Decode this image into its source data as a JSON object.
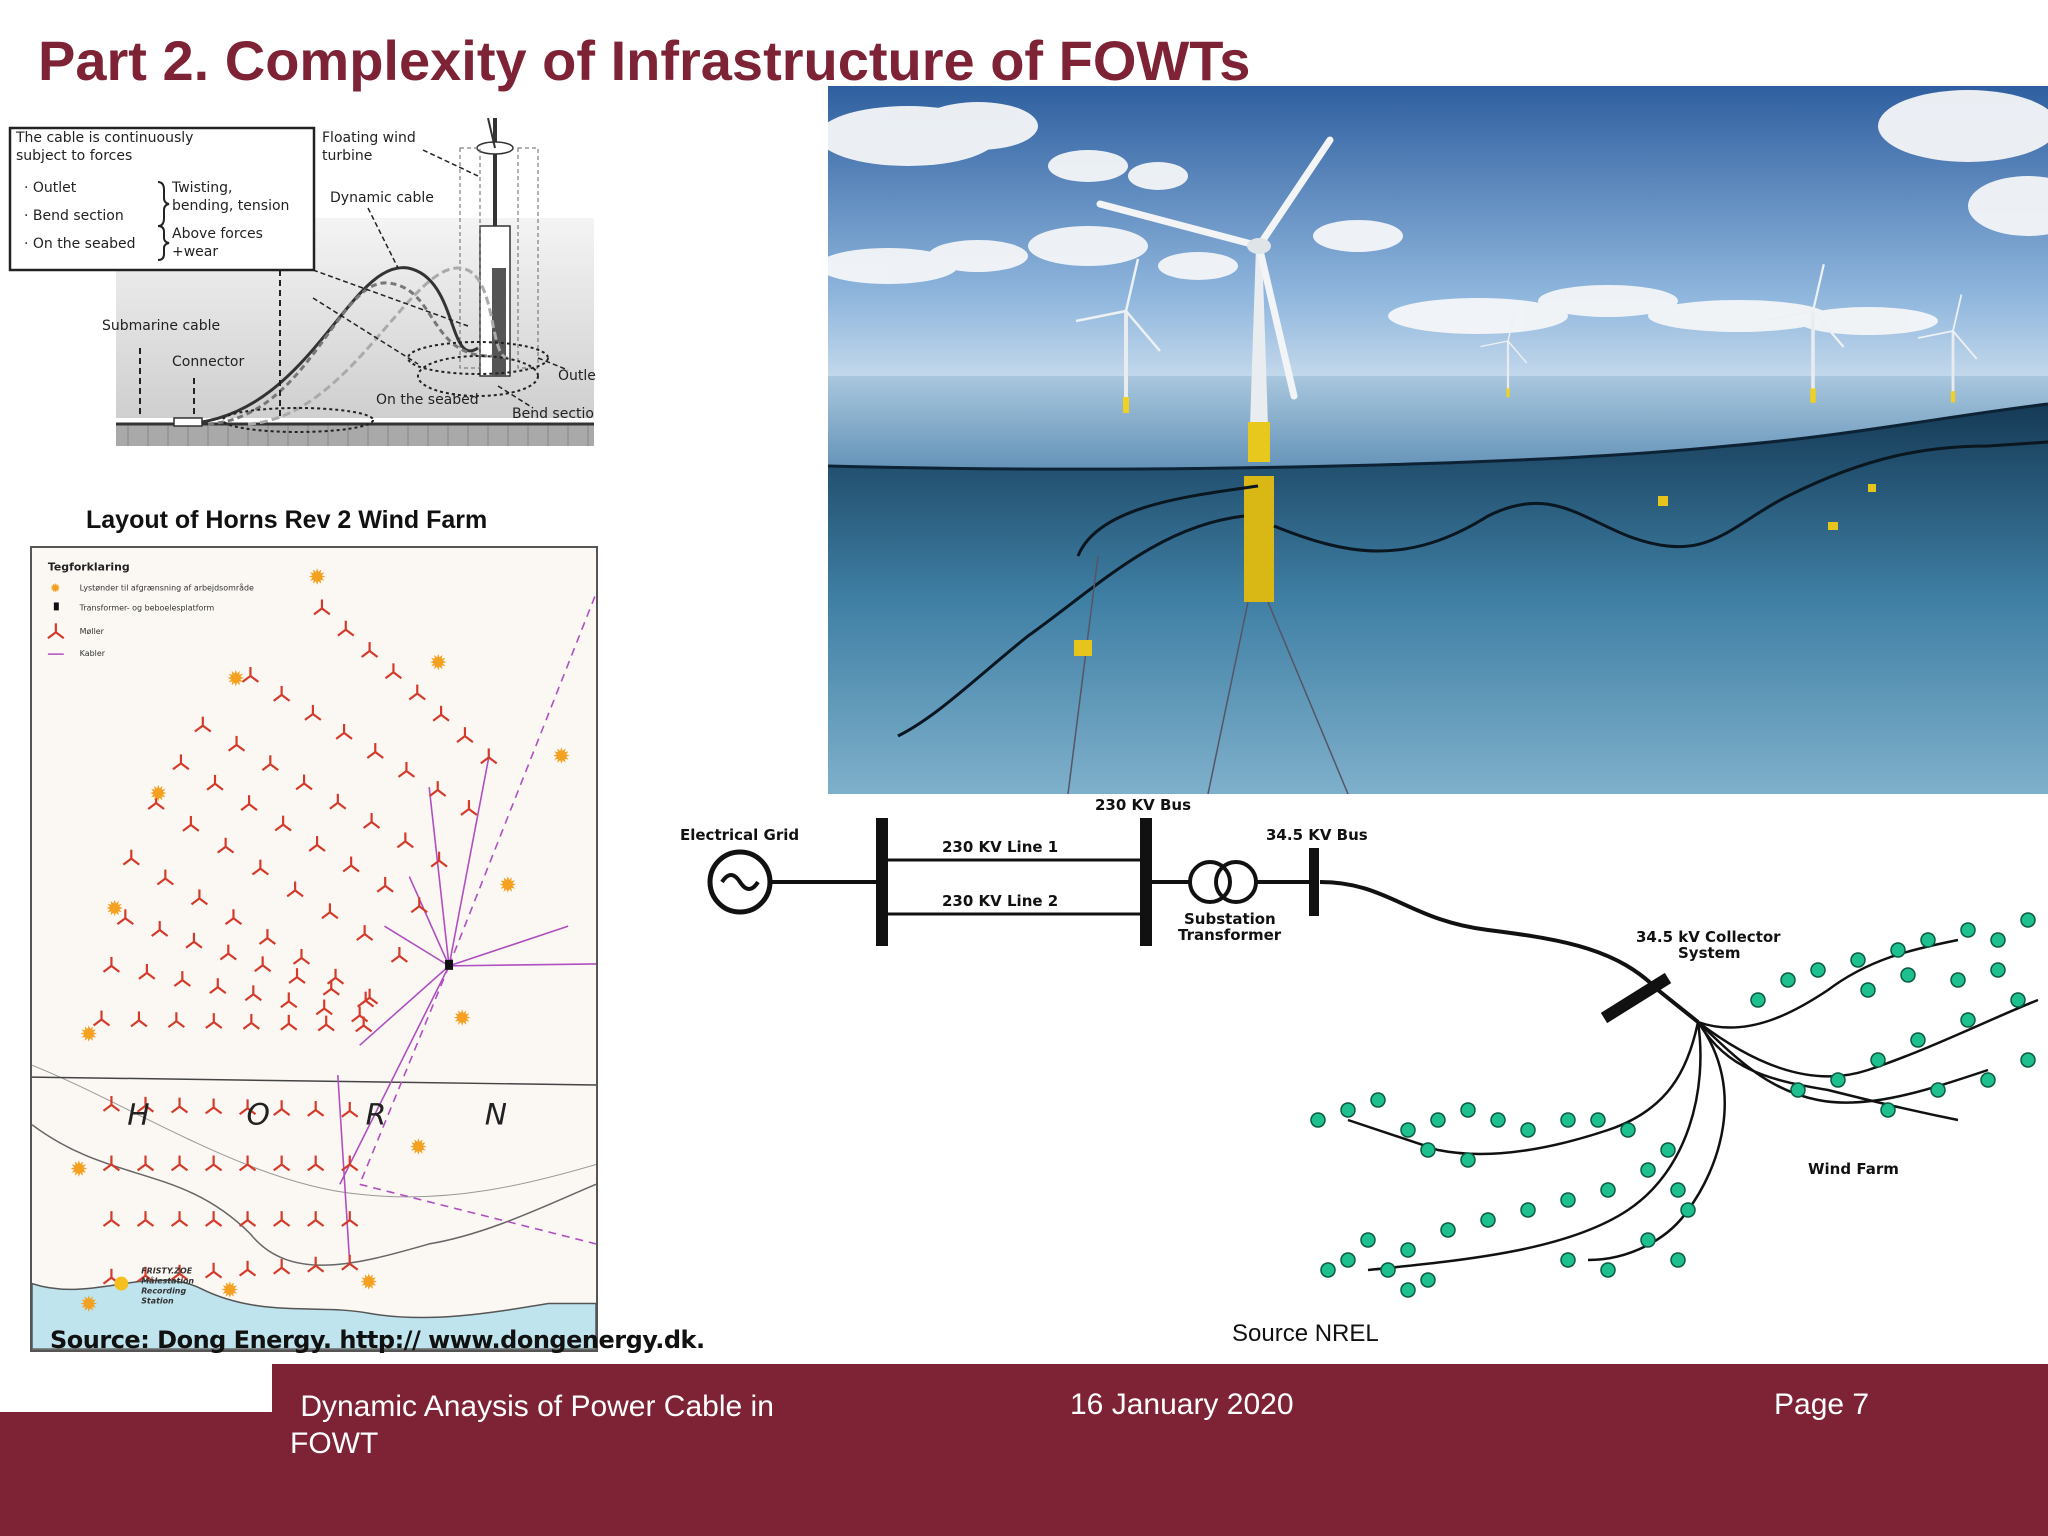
{
  "slide": {
    "title": "Part 2. Complexity of Infrastructure of FOWTs"
  },
  "cable_diagram": {
    "box_title_line1": "The cable is continuously",
    "box_title_line2": "subject to forces",
    "item_outlet": "· Outlet",
    "item_bend": "· Bend section",
    "item_seabed": "· On the seabed",
    "force_1_line1": "Twisting,",
    "force_1_line2": "bending, tension",
    "force_2_line1": "Above forces",
    "force_2_line2": "+wear",
    "label_turbine_line1": "Floating wind",
    "label_turbine_line2": "turbine",
    "label_dynamic": "Dynamic cable",
    "label_submarine": "Submarine cable",
    "label_connector": "Connector",
    "label_outlet": "Outle",
    "label_on_seabed": "On the seabed",
    "label_bend": "Bend sectio"
  },
  "horns_rev": {
    "title": "Layout of Horns Rev 2 Wind Farm",
    "legend_title": "Tegforklaring",
    "legend_items": [
      "Lystønder til afgrænsning af arbejdsområde",
      "Transformer- og beboelesplatform",
      "Møller",
      "Kabler"
    ],
    "place_letters": [
      "H",
      "O",
      "R",
      "N"
    ],
    "station_label_1": "FRISTY.ZOE",
    "station_label_2": "Målestation",
    "station_label_3": "Recording",
    "station_label_4": "Station",
    "source": "Source: Dong Energy. http:// www.dongenergy.dk."
  },
  "grid_diagram": {
    "electrical_grid": "Electrical Grid",
    "bus_230": "230 KV Bus",
    "line_1": "230 KV Line 1",
    "line_2": "230 KV Line 2",
    "bus_345": "34.5 KV Bus",
    "substation_line1": "Substation",
    "substation_line2": "Transformer",
    "collector_line1": "34.5 kV Collector",
    "collector_line2": "System",
    "wind_farm": "Wind Farm",
    "source": "Source NREL"
  },
  "footer": {
    "title_line1": " Dynamic Anaysis of Power Cable in",
    "title_line2": "FOWT",
    "date": "16 January 2020",
    "page": "Page 7"
  },
  "colors": {
    "brand": "#7e2235",
    "cable_map": "#b04fc0",
    "turbine_map": "#d43a2a",
    "buoy": "#f4a020",
    "wind_farm_node": "#1fc090"
  }
}
